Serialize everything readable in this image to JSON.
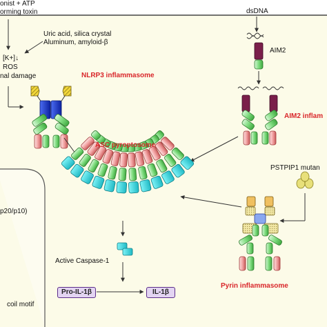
{
  "labels": {
    "agonist_atp": "onist + ATP",
    "pore_toxin": "orming toxin",
    "uric_acid": "Uric acid, silica crystal",
    "aluminum": "Aluminum, amyloid-β",
    "potassium": "[K+]↓",
    "ros": "ROS",
    "damage": "nal damage",
    "dsdna": "dsDNA",
    "aim2": "AIM2",
    "nlrp3": "NLRP3 inflammasome",
    "aim2_inflam": "AIM2 inflam",
    "asc": "ASC pyroptosome",
    "pstpip1": "PSTPIP1 mutan",
    "p20p10": "p20/p10)",
    "coil": "coil motif",
    "caspase": "Active Caspase-1",
    "pro_il": "Pro-IL-1β",
    "il1b": "IL-1β",
    "pyrin": "Pyrin inflammasome"
  },
  "colors": {
    "cell_background": "#fcfbe8",
    "inflammasome_label": "#d9262a",
    "nacht_blue": "#1c3fd0",
    "lrr_yellow": "#e2c22a",
    "pyd_green": "#9fe89f",
    "card_pink": "#f0b0b0",
    "caspase_cyan": "#30d6df",
    "aim2_hin": "#7a1f4a",
    "il_box": "#e3d4f2"
  }
}
